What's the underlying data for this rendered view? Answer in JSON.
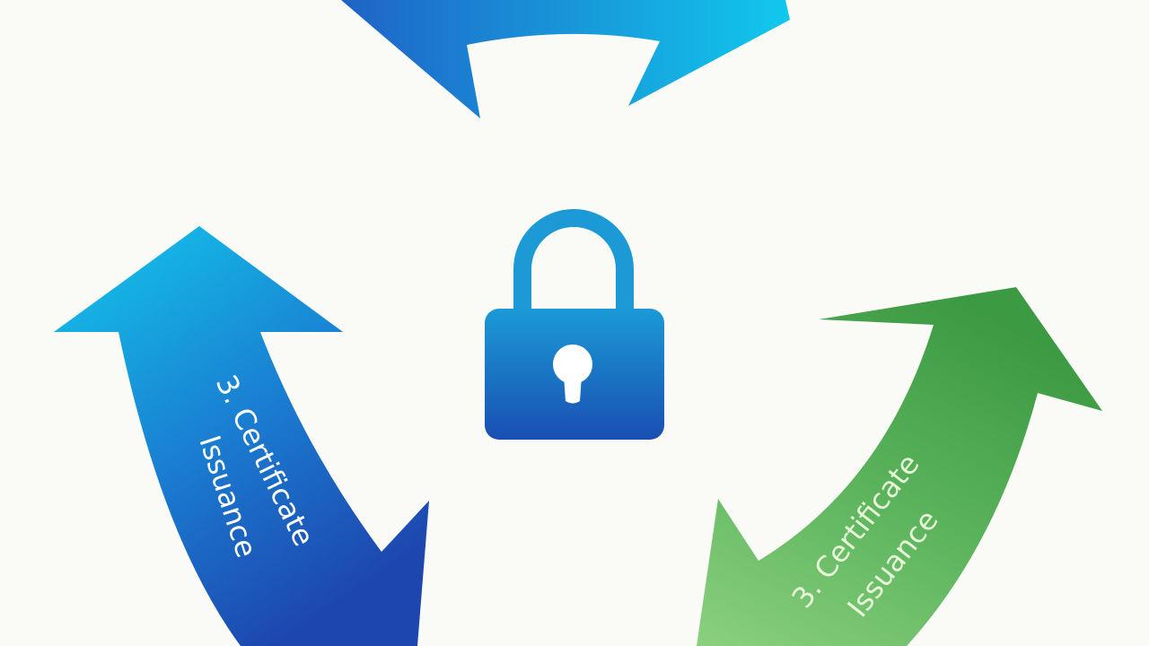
{
  "diagram": {
    "colors": {
      "background": "#fafaf7",
      "blue_light": "#10c6ea",
      "blue_dark": "#1d46ae",
      "green_light": "#7fc97a",
      "green_dark": "#3c9a42",
      "lock_top": "#1b9ad6",
      "lock_bottom": "#1a4fb2"
    },
    "center_icon": "lock-icon",
    "arrows": [
      {
        "name": "top-arrow",
        "color_scheme": "blue",
        "line1": "",
        "line2": ""
      },
      {
        "name": "left-arrow",
        "color_scheme": "blue",
        "line1": "3. Certificate",
        "line2": "Issuance"
      },
      {
        "name": "right-arrow",
        "color_scheme": "green",
        "line1": "3. Certificate",
        "line2": "Issuance"
      }
    ]
  }
}
